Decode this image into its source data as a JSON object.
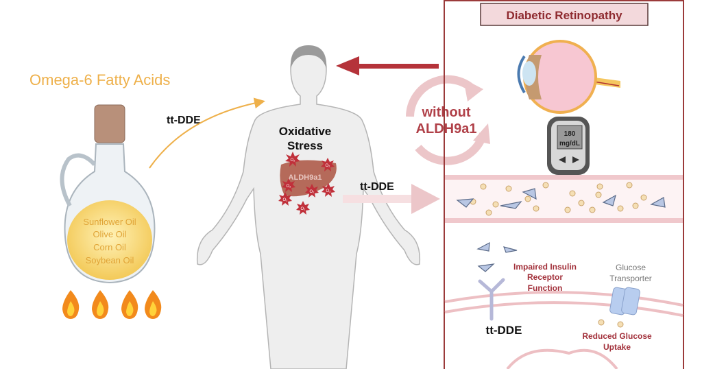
{
  "left": {
    "title": "Omega-6 Fatty Acids",
    "oils": [
      "Sunflower Oil",
      "Olive Oil",
      "Corn Oil",
      "Soybean Oil"
    ],
    "compound_label": "tt-DDE"
  },
  "center": {
    "stress_line1": "Oxidative",
    "stress_line2": "Stress",
    "organ_label": "ALDH9a1",
    "radical_label": "O₂",
    "compound_label": "tt-DDE"
  },
  "cycle": {
    "line1": "without",
    "line2": "ALDH9a1"
  },
  "right": {
    "title": "Diabetic Retinopathy",
    "meter_value": "180",
    "meter_unit": "mg/dL",
    "impaired_line1": "Impaired Insulin",
    "impaired_line2": "Receptor",
    "impaired_line3": "Function",
    "transporter_line1": "Glucose",
    "transporter_line2": "Transporter",
    "compound_label": "tt-DDE",
    "uptake_line1": "Reduced Glucose",
    "uptake_line2": "Uptake"
  },
  "colors": {
    "accent_orange": "#eeb04a",
    "dark_red": "#9c2a30",
    "pink": "#e8b9bd"
  }
}
